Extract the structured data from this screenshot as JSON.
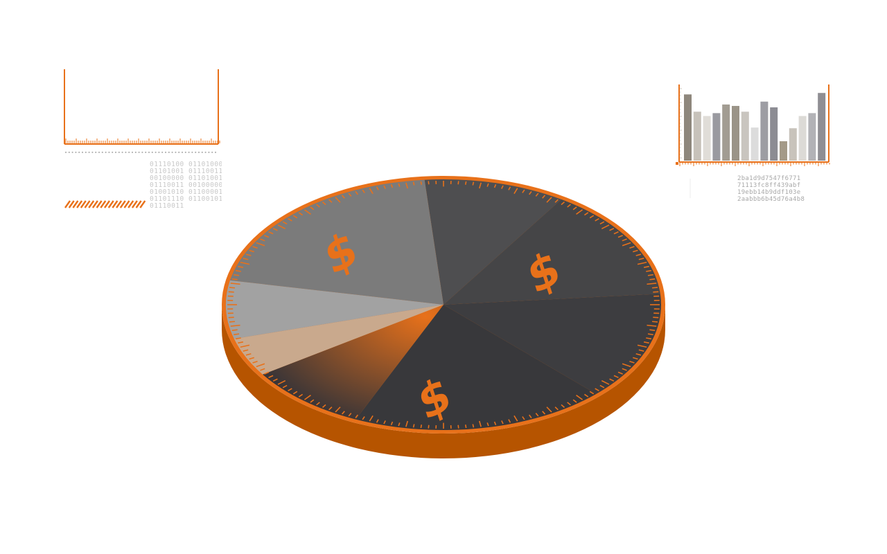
{
  "colors": {
    "accent": "#e8711a",
    "accent_dark": "#b65400",
    "gray_bar_dark": "#8a8378",
    "gray_bar_light": "#d8d5cf"
  },
  "binary_block": {
    "lines": [
      "01110100 01101000",
      "01101001 01110011",
      "00100000 01101001",
      "01110011 00100000",
      "01001010 01100001",
      "01101110 01100101",
      "01110011"
    ]
  },
  "hex_block": {
    "lines": [
      "2ba1d9d7547f6771",
      "71113fc8ff439abf",
      "19ebb14b9ddf103e",
      "2aabbb6b45d76a4b8"
    ]
  },
  "mini_bar_chart": {
    "values": [
      92,
      68,
      62,
      66,
      78,
      76,
      68,
      46,
      82,
      74,
      27,
      45,
      62,
      66,
      94
    ],
    "shades": [
      "#8e877c",
      "#c7c2ba",
      "#e0ddd8",
      "#9a9aa0",
      "#a29c92",
      "#9b9488",
      "#c9c5bf",
      "#dcdcdc",
      "#9d9da3",
      "#8c8c93",
      "#a49a88",
      "#c8c3bb",
      "#dcdad6",
      "#b2b2b6",
      "#8f8e93"
    ],
    "ymax": 100
  },
  "pie": {
    "slices": [
      {
        "name": "slice-top-mid",
        "share": 0.105,
        "color": "#4e4e50",
        "has_dollar": false
      },
      {
        "name": "slice-top-right",
        "share": 0.145,
        "color": "#454547",
        "has_dollar": true
      },
      {
        "name": "slice-right",
        "share": 0.14,
        "color": "#3d3d40",
        "has_dollar": false
      },
      {
        "name": "slice-bottom",
        "share": 0.19,
        "color": "#38383b",
        "has_dollar": true
      },
      {
        "name": "slice-orange",
        "share": 0.09,
        "color": "#e8711a",
        "has_dollar": false
      },
      {
        "name": "slice-pale",
        "share": 0.05,
        "color": "#c9a98d",
        "has_dollar": false
      },
      {
        "name": "slice-light-gray",
        "share": 0.075,
        "color": "#a2a2a2",
        "has_dollar": false
      },
      {
        "name": "slice-mid-gray",
        "share": 0.205,
        "color": "#7b7b7b",
        "has_dollar": true
      }
    ],
    "dollar_symbol": "$"
  }
}
